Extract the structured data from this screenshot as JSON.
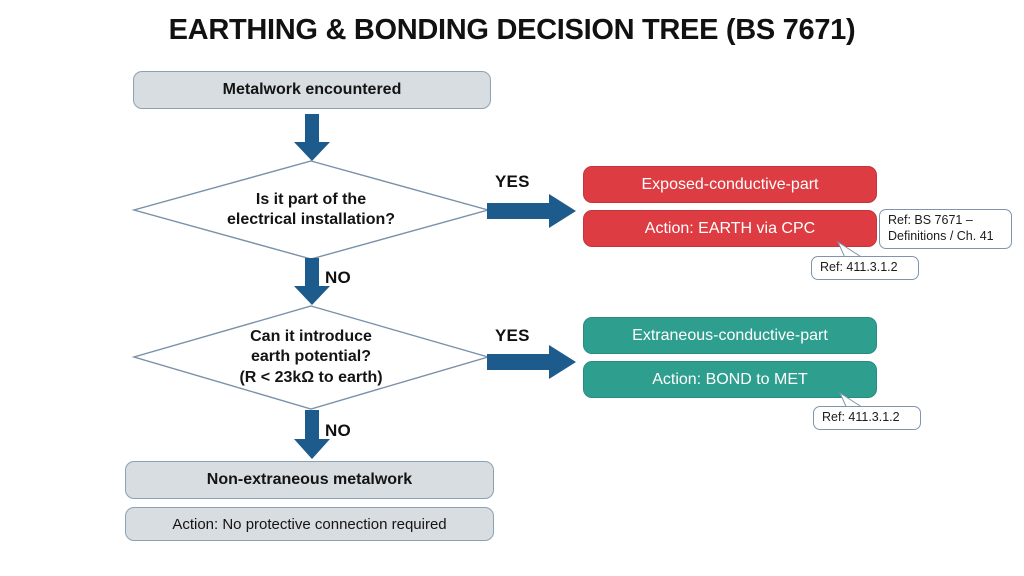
{
  "title": "EARTHING & BONDING DECISION TREE (BS 7671)",
  "nodes": {
    "start": "Metalwork encountered",
    "decision1": {
      "line1": "Is it part of the",
      "line2": "electrical installation?"
    },
    "decision2": {
      "line1": "Can it introduce",
      "line2": "earth potential?",
      "line3": "(R < 23kΩ to earth)"
    },
    "outcome_exposed": "Exposed-conductive-part",
    "action_exposed": "Action: EARTH via CPC",
    "outcome_extraneous": "Extraneous-conductive-part",
    "action_extraneous": "Action: BOND to MET",
    "outcome_non_extraneous": "Non-extraneous metalwork",
    "action_non_extraneous": "Action: No protective connection required"
  },
  "edges": {
    "yes1": "YES",
    "no1": "NO",
    "yes2": "YES",
    "no2": "NO"
  },
  "callouts": {
    "ref_definitions": {
      "line1": "Ref: BS 7671 –",
      "line2": "Definitions / Ch. 41"
    },
    "ref_411_earth": "Ref: 411.3.1.2",
    "ref_411_bond": "Ref: 411.3.1.2"
  },
  "colors": {
    "exposed_red": "#dc3c42",
    "extraneous_teal": "#2e9e8f",
    "neutral_gray": "#d8dde1",
    "arrow_blue": "#1c5b8c",
    "outline_blue_gray": "#7a91a8",
    "background": "#ffffff"
  }
}
